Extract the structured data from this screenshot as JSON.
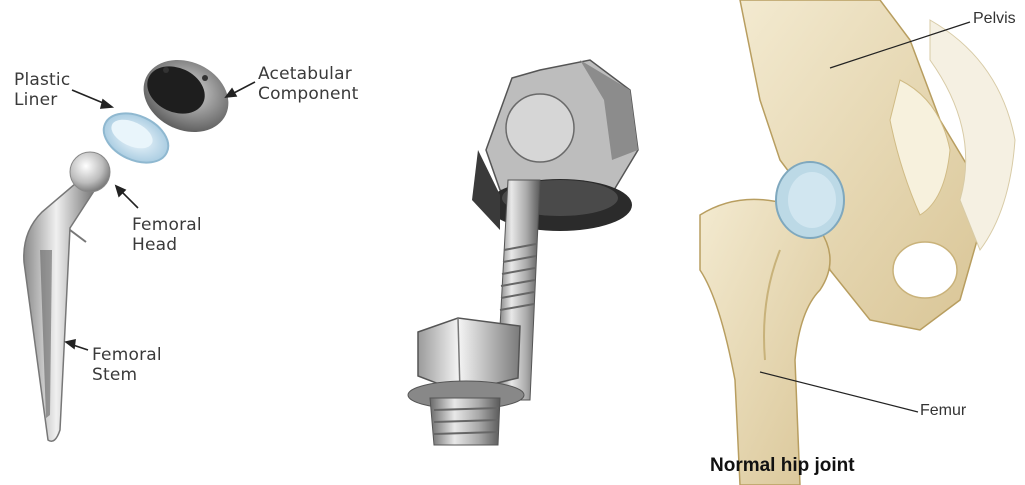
{
  "implant": {
    "labels": {
      "plastic_liner": [
        "Plastic",
        "Liner"
      ],
      "acetabular_component": [
        "Acetabular",
        "Component"
      ],
      "femoral_head": [
        "Femoral",
        "Head"
      ],
      "femoral_stem": [
        "Femoral",
        "Stem"
      ]
    }
  },
  "hip": {
    "labels": {
      "pelvis": "Pelvis",
      "femur": "Femur"
    },
    "caption": "Normal hip joint"
  },
  "colors": {
    "bone": "#e9dcb8",
    "bone_shadow": "#c8b27a",
    "cartilage": "#bcd9e6",
    "metal_light": "#e4e4e4",
    "metal_dark": "#5a5a5a"
  }
}
